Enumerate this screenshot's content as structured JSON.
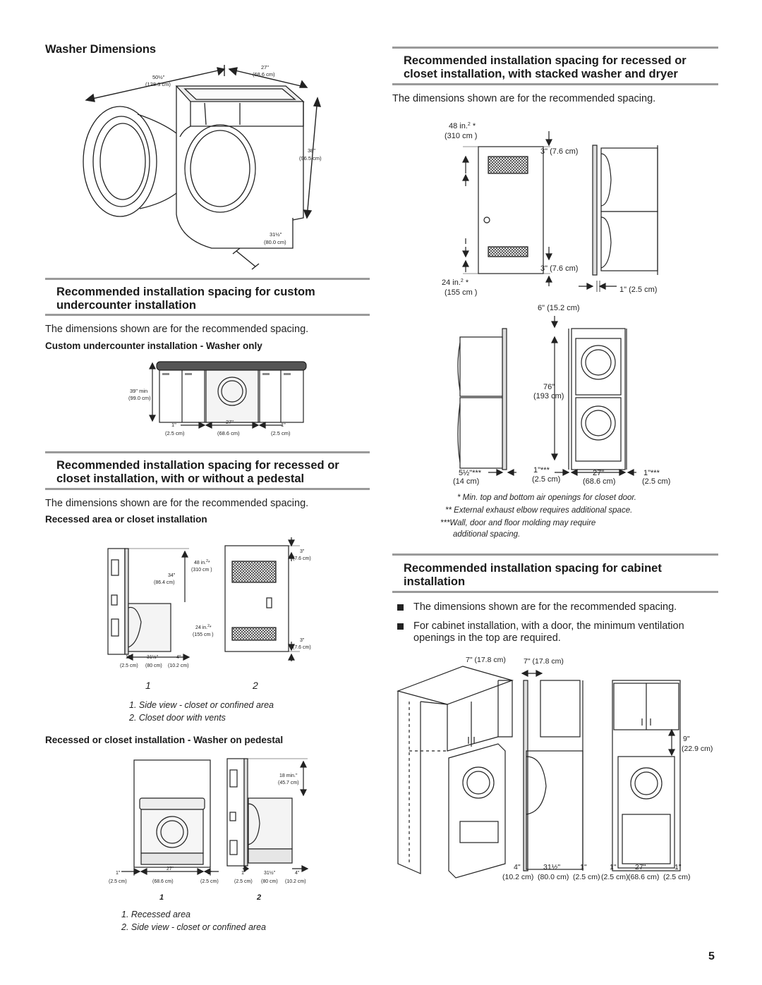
{
  "page_number": "5",
  "washer_dimensions": {
    "heading": "Washer Dimensions",
    "labels": {
      "width_depth_door_in": "50½\"",
      "width_depth_door_cm": "(128.3 cm)",
      "width_in": "27\"",
      "width_cm": "(68.6 cm)",
      "height_in": "38\"",
      "height_cm": "(96.5 cm)",
      "depth_in": "31½\"",
      "depth_cm": "(80.0 cm)"
    }
  },
  "undercounter": {
    "heading": "Recommended installation spacing for custom undercounter installation",
    "intro": "The dimensions shown are for the recommended spacing.",
    "subheading": "Custom undercounter installation - Washer only",
    "labels": {
      "height_in": "39\" min",
      "height_cm": "(99.0 cm)",
      "left_in": "1\"",
      "left_cm": "(2.5 cm)",
      "width_in": "27\"",
      "width_cm": "(68.6 cm)",
      "right_in": "1\"",
      "right_cm": "(2.5 cm)"
    }
  },
  "recessed_pedestal": {
    "heading": "Recommended installation spacing for recessed or closet installation, with or without a pedestal",
    "intro": "The dimensions shown are for the recommended spacing.",
    "subheading": "Recessed area or closet installation",
    "fig1_labels": {
      "h_in": "34\"",
      "h_cm": "(86.4 cm)",
      "a_in": "1\"",
      "a_cm": "(2.5 cm)",
      "b_in": "31½\"",
      "b_cm": "(80 cm)",
      "c_in": "4\"",
      "c_cm": "(10.2 cm)"
    },
    "fig2_labels": {
      "top_vent_in": "48 in.",
      "top_vent_cm": "(310 cm )",
      "bottom_vent_in": "24 in.",
      "bottom_vent_cm": "(155 cm )",
      "sup2": "2",
      "star": "*",
      "gap_in": "3\"",
      "gap_cm": "(7.6 cm)"
    },
    "fig_numbers": [
      "1",
      "2"
    ],
    "captions": [
      "1. Side view - closet or confined area",
      "2. Closet door with vents"
    ],
    "subheading2": "Recessed or closet installation - Washer on pedestal",
    "fig3_labels": {
      "l_in": "1\"",
      "l_cm": "(2.5 cm)",
      "w_in": "27\"",
      "w_cm": "(68.6 cm)",
      "r_in": "1\"",
      "r_cm": "(2.5 cm)"
    },
    "fig4_labels": {
      "min_in": "18 min.\"",
      "min_cm": "(45.7 cm)",
      "a_in": "1\"",
      "a_cm": "(2.5 cm)",
      "b_in": "31½\"",
      "b_cm": "(80 cm)",
      "c_in": "4\"",
      "c_cm": "(10.2 cm)"
    },
    "fig_numbers2": [
      "1",
      "2"
    ],
    "captions2": [
      "1. Recessed area",
      "2. Side view - closet or confined area"
    ]
  },
  "stacked": {
    "heading": "Recommended installation spacing for recessed or closet installation, with stacked washer and dryer",
    "intro": "The dimensions shown are for the recommended spacing.",
    "door_labels": {
      "top_in": "48 in.",
      "top_cm": "(310 cm )",
      "sup2": "2",
      "star": "*",
      "gap_top": "3\" (7.6 cm)",
      "gap_bottom": "3\" (7.6 cm)",
      "bottom_in": "24 in.",
      "bottom_cm": "(155 cm )",
      "side_gap": "1\" (2.5 cm)"
    },
    "front_labels": {
      "top_gap": "6\" (15.2 cm)",
      "height_in": "76\"",
      "height_cm": "(193 cm)",
      "a_in": "5½\"***",
      "a_cm": "(14 cm)",
      "b_in": "1\"***",
      "b_cm": "(2.5 cm)",
      "c_in": "27\"",
      "c_cm": "(68.6 cm)",
      "d_in": "1\"***",
      "d_cm": "(2.5 cm)"
    },
    "notes": [
      "* Min. top and bottom air openings for closet door.",
      "** External exhaust elbow requires additional space.",
      "***Wall, door and floor molding may require",
      "additional spacing."
    ]
  },
  "cabinet": {
    "heading": "Recommended installation spacing for cabinet installation",
    "bullets": [
      "The dimensions shown are for the recommended spacing.",
      "For cabinet installation, with a door, the minimum ventilation openings in the top are required."
    ],
    "labels": {
      "top_a": "7\" (17.8 cm)",
      "top_b": "7\" (17.8 cm)",
      "right_in": "9\"",
      "right_cm": "(22.9 cm)",
      "b1_in": "4\"",
      "b1_cm": "(10.2 cm)",
      "b2_in": "31½\"",
      "b2_cm": "(80.0 cm)",
      "b3_in": "1\"",
      "b3_cm": "(2.5 cm)",
      "b4_in": "1\"",
      "b4_cm": "(2.5 cm)",
      "b5_in": "27\"",
      "b5_cm": "(68.6 cm)",
      "b6_in": "1\"",
      "b6_cm": "(2.5 cm)"
    }
  }
}
